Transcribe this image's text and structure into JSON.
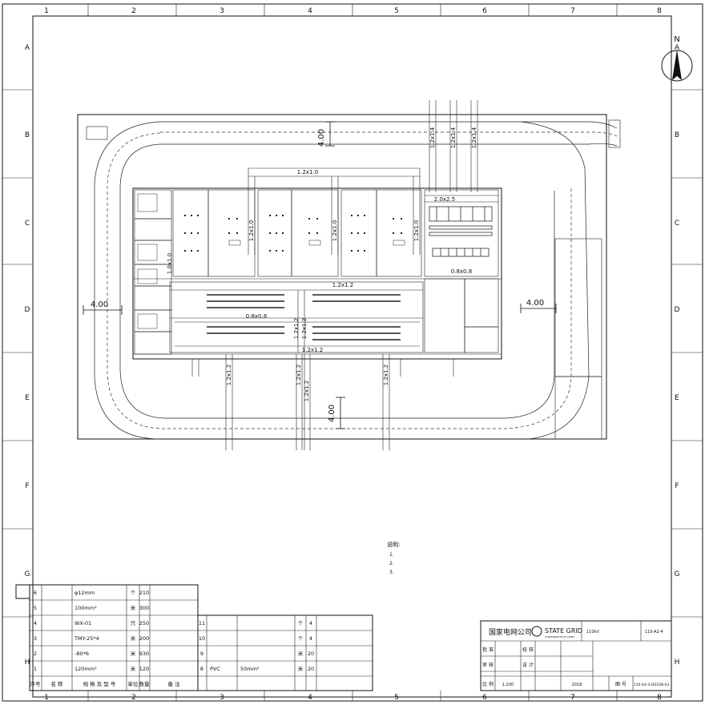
{
  "grid": {
    "columns": [
      "1",
      "2",
      "3",
      "4",
      "5",
      "6",
      "7",
      "8"
    ],
    "rows": [
      "A",
      "B",
      "C",
      "D",
      "E",
      "F",
      "G",
      "H"
    ]
  },
  "north_arrow": {
    "label": "N"
  },
  "dimensions": {
    "top_road": "4.00",
    "bottom_road": "4.00",
    "left_road": "4.00",
    "right_road": "4.00"
  },
  "trenches": {
    "top_v1": "1.2x1.4",
    "top_v2": "1.2x1.4",
    "top_v3": "1.2x1.4",
    "top_h": "1.2x1.0",
    "v_left": "1.0x1.0",
    "room1": "1.2x1.0",
    "room2": "1.2x1.0",
    "room3": "1.2x1.0",
    "gis_h": "2.0x2.5",
    "main_h": "1.2x1.2",
    "inner": "0.8x0.8",
    "inner2": "0.8x0.8",
    "mid_v1": "1.2x1.2",
    "mid_v2": "1.2x1.2",
    "low_h": "1.2x1.2",
    "out1": "1.2x1.2",
    "out2": "1.2x1.2",
    "out3": "1.2x1.2",
    "out4": "1.2x1.2"
  },
  "notes": {
    "title": "说明:",
    "lines": [
      "1.",
      "2.",
      "3."
    ]
  },
  "bom": {
    "rows": [
      {
        "no": "6",
        "name": "",
        "spec": "φ12mm",
        "unit": "个",
        "qty": "210",
        "note": ""
      },
      {
        "no": "5",
        "name": "",
        "spec": "100mm²",
        "unit": "米",
        "qty": "300",
        "note": ""
      },
      {
        "no": "4",
        "name": "",
        "spec": "WX-01",
        "unit": "只",
        "qty": "250",
        "note": ""
      },
      {
        "no": "3",
        "name": "",
        "spec": "TMY-25*4",
        "unit": "米",
        "qty": "200",
        "note": ""
      },
      {
        "no": "2",
        "name": "",
        "spec": "-80*6",
        "unit": "米",
        "qty": "930",
        "note": ""
      },
      {
        "no": "1",
        "name": "",
        "spec": "120mm²",
        "unit": "米",
        "qty": "120",
        "note": ""
      }
    ],
    "header": {
      "no": "序号",
      "name": "名 称",
      "spec": "规 格 及 型 号",
      "unit": "单位",
      "qty": "数量",
      "note": "备 注"
    }
  },
  "bom2": {
    "rows": [
      {
        "no": "11",
        "unit": "个",
        "qty": "4"
      },
      {
        "no": "10",
        "unit": "个",
        "qty": "4"
      },
      {
        "no": "9",
        "unit": "米",
        "qty": "20"
      },
      {
        "no": "8",
        "spec": "PVC",
        "sub": "50mm²",
        "unit": "米",
        "qty": "20"
      }
    ]
  },
  "title_block": {
    "company": "国家电网公司",
    "brand": "STATE GRID",
    "brand_sub": "CORPORATION OF CHINA",
    "project": "110kV",
    "code": "110-A2-4",
    "drawing_title": "",
    "scale_label": "比 例",
    "scale": "1:200",
    "drawing_no_label": "图 号",
    "drawing_no": "110-A2-4-D0108-03",
    "date": "2018",
    "roles": [
      "批 准",
      "审 核",
      "校 核",
      "设 计"
    ]
  }
}
